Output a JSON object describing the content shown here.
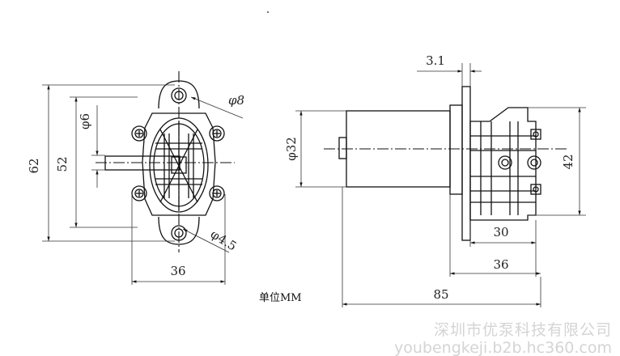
{
  "front_view": {
    "dims": {
      "height_overall": "62",
      "height_holes": "52",
      "shaft_dia": "φ6",
      "boss_dia": "φ8",
      "hole_dia": "φ4.5",
      "width_holes": "36"
    }
  },
  "side_view": {
    "dims": {
      "flange": "3.1",
      "motor_dia": "φ32",
      "height": "42",
      "gear_len": "30",
      "pump_len": "36",
      "total_len": "85"
    }
  },
  "unit_label": "单位MM",
  "watermark": {
    "company": "深圳市优泵科技有限公司",
    "url": "youbengkeji.b2b.hc360.com"
  }
}
